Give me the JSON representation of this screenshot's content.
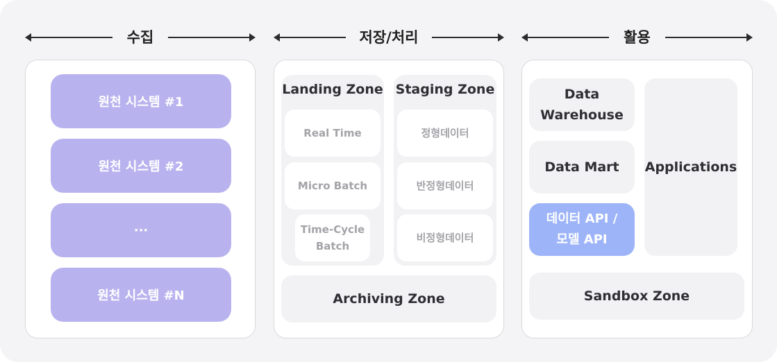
{
  "sections": {
    "collect": {
      "title": "수집"
    },
    "store": {
      "title": "저장/처리"
    },
    "use": {
      "title": "활용"
    }
  },
  "collect": {
    "sources": [
      "원천 시스템 #1",
      "원천 시스템 #2",
      "···",
      "원천 시스템 #N"
    ]
  },
  "store": {
    "landing": {
      "title": "Landing Zone",
      "items": [
        "Real Time",
        "Micro Batch",
        "Time-Cycle Batch"
      ]
    },
    "staging": {
      "title": "Staging Zone",
      "items": [
        "정형데이터",
        "반정형데이터",
        "비정형데이터"
      ]
    },
    "archiving": {
      "title": "Archiving Zone"
    }
  },
  "use": {
    "warehouse": "Data Warehouse",
    "mart": "Data Mart",
    "api": "데이터 API / 모델 API",
    "applications": "Applications",
    "sandbox": "Sandbox Zone"
  },
  "colors": {
    "source_box": "#b8b3ee",
    "api_box": "#9db4f8",
    "zone_bg": "#f2f2f4",
    "background": "#f4f4f6"
  }
}
